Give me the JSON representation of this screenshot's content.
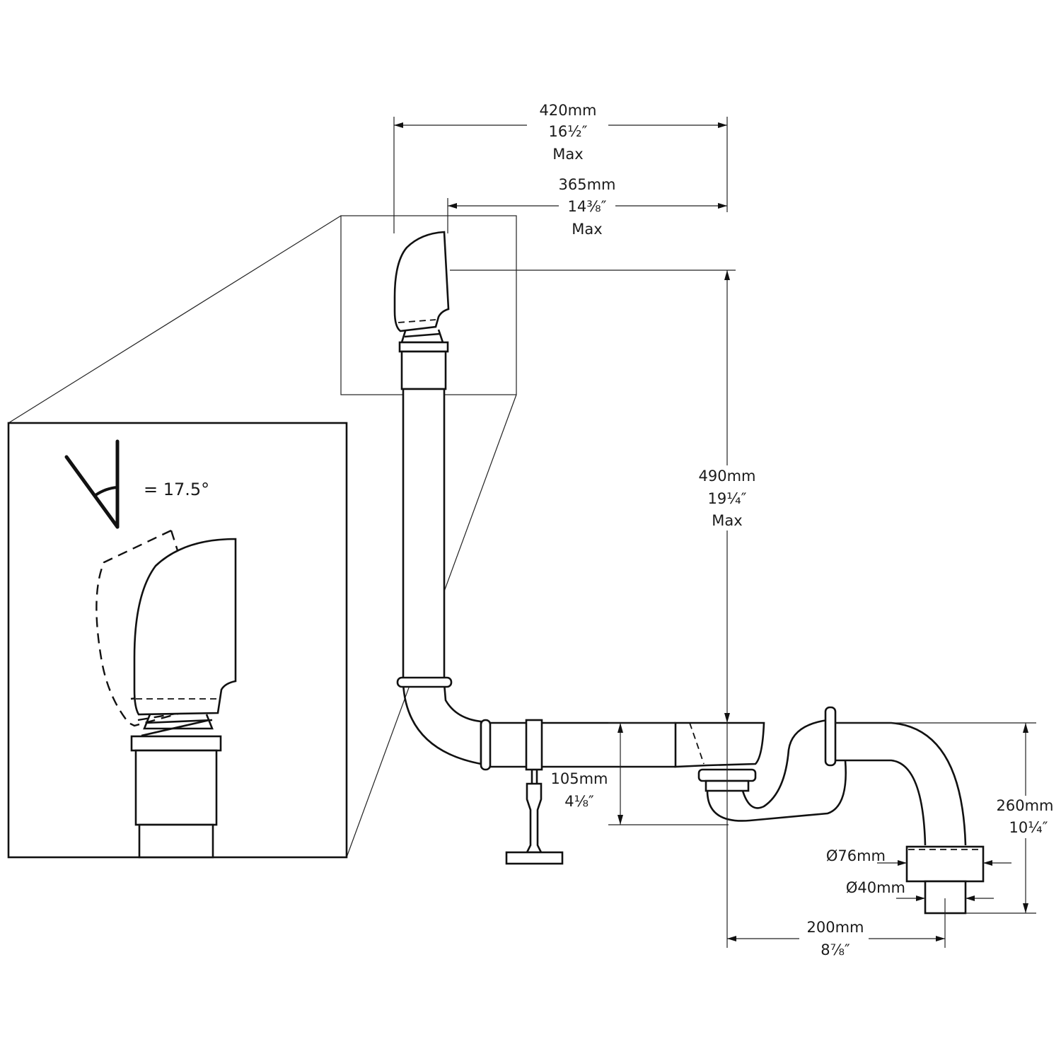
{
  "drawing": {
    "title": "Bath waste and overflow dimensional drawing",
    "dimensions": {
      "overall_width": {
        "metric": "420mm",
        "imperial": "16½″",
        "note": "Max"
      },
      "overflow_offset": {
        "metric": "365mm",
        "imperial": "14⅜″",
        "note": "Max"
      },
      "overflow_height": {
        "metric": "490mm",
        "imperial": "19¼″",
        "note": "Max"
      },
      "drain_depth": {
        "metric": "105mm",
        "imperial": "4⅛″"
      },
      "trap_height": {
        "metric": "260mm",
        "imperial": "10¼″"
      },
      "trap_outlet_offset": {
        "metric": "200mm",
        "imperial": "8⅞″"
      },
      "outlet_outer_diameter": {
        "metric": "Ø76mm"
      },
      "outlet_inner_diameter": {
        "metric": "Ø40mm"
      }
    },
    "detail_inset": {
      "angle_label": "= 17.5°",
      "angle_icon": "angle-icon"
    }
  }
}
